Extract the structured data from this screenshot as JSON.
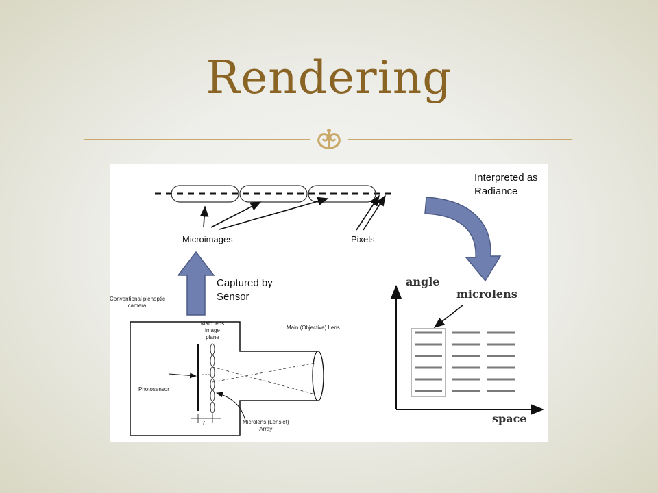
{
  "slide": {
    "title": "Rendering"
  },
  "diagram": {
    "interpreted_as": [
      "Interpreted as",
      "Radiance"
    ],
    "microimages": "Microimages",
    "pixels": "Pixels",
    "captured_by": [
      "Captured by",
      "Sensor"
    ],
    "conventional_camera": [
      "Conventional plenoptic",
      "camera"
    ],
    "main_lens_image_plane": [
      "Main lens",
      "image",
      "plane"
    ],
    "main_objective_lens": "Main (Objective) Lens",
    "photosensor": "Photosensor",
    "focal_length": "f",
    "microlens_array": [
      "Microlens (Lenslet)",
      "Array"
    ],
    "axis_angle": "angle",
    "axis_space": "space",
    "microlens": "microlens"
  },
  "colors": {
    "title": "#8a6424",
    "rule": "#c9a86a",
    "arrow_fill": "#6f7fb0",
    "arrow_stroke": "#4c5a85"
  }
}
